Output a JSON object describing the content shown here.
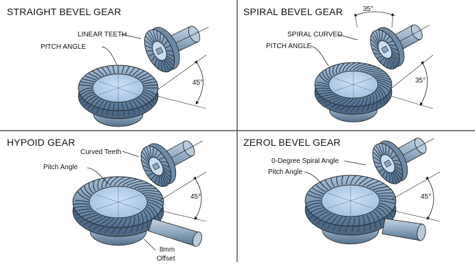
{
  "panels": [
    {
      "title": "STRAIGHT BEVEL GEAR",
      "callouts": [
        "LINEAR TEETH",
        "PITCH ANGLE"
      ],
      "angles": [
        "45°"
      ]
    },
    {
      "title": "SPIRAL BEVEL GEAR",
      "callouts": [
        "SPIRAL CURVED",
        "PITCH ANGLE"
      ],
      "angles": [
        "35°",
        "35°"
      ]
    },
    {
      "title": "HYPOID GEAR",
      "callouts": [
        "Curved Teeth",
        "Pitch Angle"
      ],
      "angles": [
        "45°"
      ],
      "offset": [
        "8mm",
        "Offset"
      ]
    },
    {
      "title": "ZEROL BEVEL GEAR",
      "callouts": [
        "0-Degree Spiral Angle",
        "Pitch Angle"
      ],
      "angles": [
        "45°"
      ]
    }
  ],
  "colors": {
    "gear_top": "#9fb6cc",
    "gear_dark": "#4e6883",
    "gear_mid": "#6f8aa6",
    "face_blue": "#b9d4ef",
    "line": "#1a1a1a",
    "divider": "#333333"
  }
}
